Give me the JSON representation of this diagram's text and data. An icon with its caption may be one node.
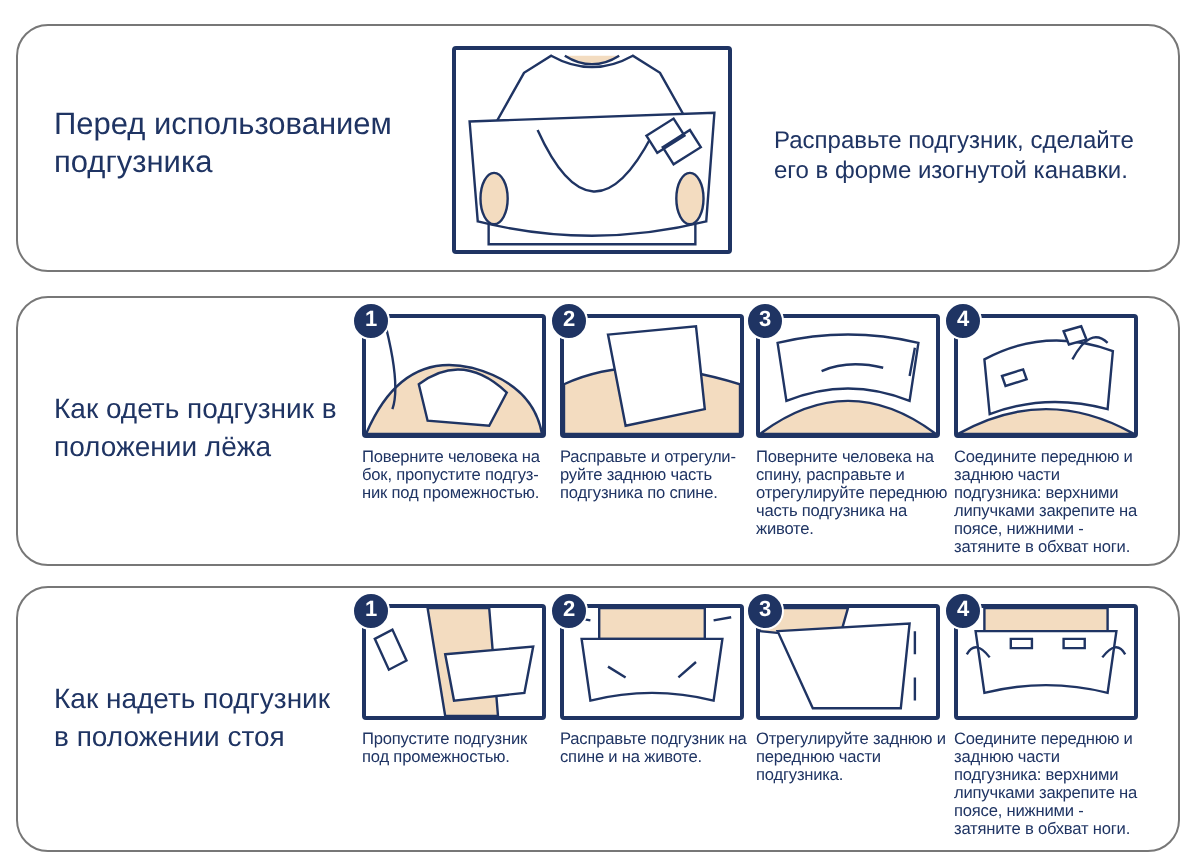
{
  "diagram": {
    "nodes": [
      {
        "text": [
          "Перед использованием подгузника",
          "Расправьте подгузник, сделайте его в форме изогнутой канавки."
        ]
      },
      {
        "text": [],
        "shape": "picture",
        "in": 0
      },
      {
        "text": [
          "Как одеть подгузник в положении лёжа"
        ]
      },
      {
        "text": [
          "1"
        ],
        "beside": [
          "Поверните человека на бок, пропустите подгуз-ник под промежностью."
        ],
        "in": 2
      },
      {
        "text": [
          "2"
        ],
        "beside": [
          "Расправьте и отрегули-руйте заднюю часть подгузника по спине."
        ],
        "in": 2
      },
      {
        "text": [
          "3"
        ],
        "beside": [
          "Поверните человека на спину, расправьте и отрегулируйте переднюю часть подгузника на животе."
        ],
        "in": 2
      },
      {
        "text": [
          "4"
        ],
        "beside": [
          "Соедините переднюю и заднюю части подгузника: верхними липучками закрепите на поясе, нижними - затяните в обхват ноги."
        ],
        "in": 2
      },
      {
        "text": [
          "Как надеть подгузник в положении стоя"
        ]
      },
      {
        "text": [
          "1"
        ],
        "beside": [
          "Пропустите подгузник под промежностью."
        ],
        "in": 7
      },
      {
        "text": [
          "2"
        ],
        "beside": [
          "Расправьте подгузник на спине и на животе."
        ],
        "in": 7
      },
      {
        "text": [
          "3"
        ],
        "beside": [
          "Отрегулируйте заднюю и переднюю части подгузника."
        ],
        "in": 7
      },
      {
        "text": [
          "4"
        ],
        "beside": [
          "Соедините переднюю и заднюю части подгузника: верхними липучками закрепите на поясе, нижними - затяните в обхват ноги."
        ],
        "in": 7
      }
    ]
  }
}
